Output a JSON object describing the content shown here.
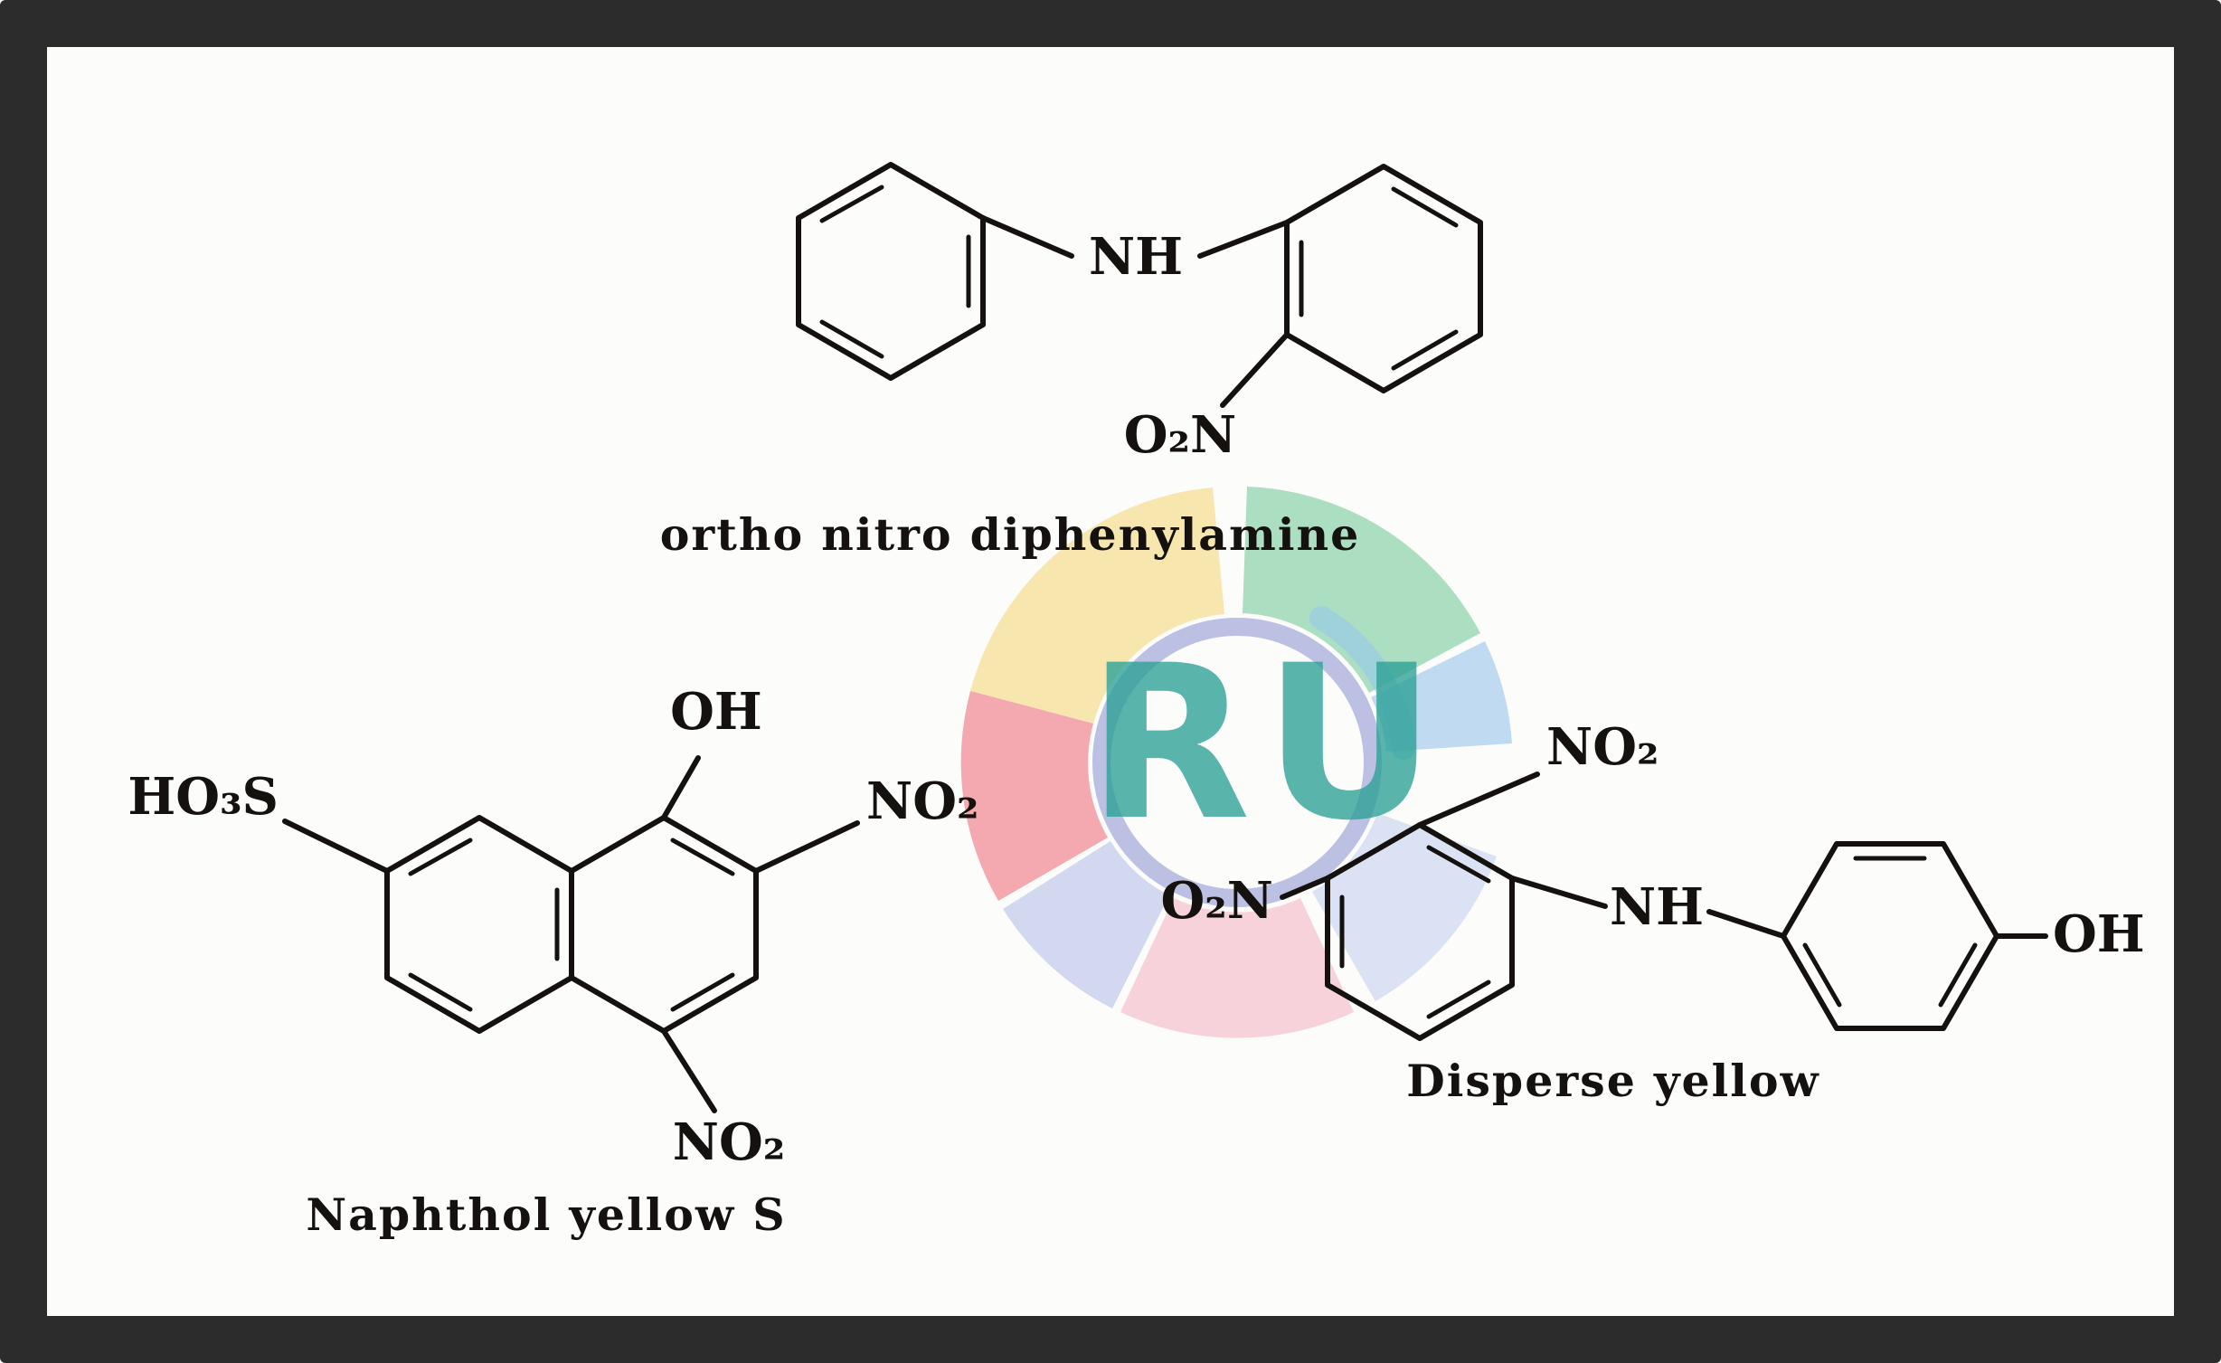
{
  "figure": {
    "description": "Chemical structures of three nitro dyes",
    "background_color": "#fcfcfa",
    "frame_color": "#2c2c2c",
    "ink_color": "#14110e"
  },
  "molecules": {
    "ortho_nitro_diphenylamine": {
      "caption": "ortho nitro diphenylamine",
      "labels": {
        "nh": "NH",
        "nitro": "O₂N"
      }
    },
    "naphthol_yellow_s": {
      "caption": "Naphthol yellow S",
      "labels": {
        "hydroxyl": "OH",
        "sulfonic": "HO₃S",
        "nitro_right": "NO₂",
        "nitro_bottom": "NO₂"
      }
    },
    "disperse_yellow": {
      "caption": "Disperse yellow",
      "labels": {
        "nitro_left": "O₂N",
        "nitro_top": "NO₂",
        "nh": "NH",
        "hydroxyl": "OH"
      }
    }
  },
  "watermark": {
    "text": "RU",
    "text_color": "#2aa095",
    "ring_color": "#7b86cc",
    "arc_color": "#8fc3ef",
    "segments": {
      "yellow": "#f2d264",
      "green": "#5bbf8a",
      "blue": "#82b8e8",
      "red": "#ef6f7f",
      "lavender": "#aab4e8",
      "pink": "#f4a8bc",
      "periwinkle": "#b9c7ee"
    }
  }
}
